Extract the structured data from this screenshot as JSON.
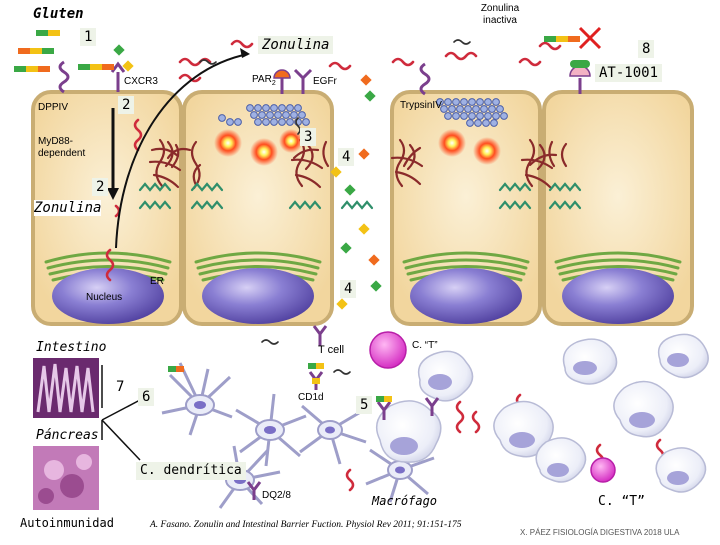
{
  "labels": {
    "gluten": "Gluten",
    "zonulin_inactive": "Zonulina\ninactiva",
    "zonulin_top": "Zonulina",
    "zonulin_side": "Zonulina",
    "at1001": "AT-1001",
    "cxcr3": "CXCR3",
    "par2": "PAR",
    "par2_sub": "2",
    "egfr": "EGFr",
    "dppiv": "DPPIV",
    "myd88": "MyD88-\ndependent",
    "trypsin": "TrypsinIV",
    "er": "ER",
    "nucleus": "Nucleus",
    "intestino": "Intestino",
    "pancreas": "Páncreas",
    "autoinmunidad": "Autoinmunidad",
    "tcell": "T cell",
    "c_t_top": "C. “T”",
    "cd1d": "CD1d",
    "dq28": "DQ2/8",
    "c_dendritica": "C. dendrítica",
    "macrofago": "Macrófago",
    "c_t_bottom": "C. “T”",
    "citation": "A. Fasano. Zonulin and Intestinal Barrier Fuction. Physiol Rev 2011; 91:151-175",
    "credit": "X. PÁEZ  FISIOLOGÍA DIGESTIVA 2018 ULA"
  },
  "steps": {
    "s1": "1",
    "s2a": "2",
    "s2b": "2",
    "s3": "3",
    "s4a": "4",
    "s4b": "4",
    "s5": "5",
    "s6": "6",
    "s7": "7",
    "s8": "8"
  },
  "colors": {
    "cell_fill": "#f3d7a2",
    "cell_border": "#c9ad73",
    "cytoplasm": "#f9e8c4",
    "nucleus": "#7a6fc6",
    "er": "#7aa84c",
    "zonulin": "#cf2b3c",
    "gliadin_green": "#3aa845",
    "gliadin_yellow": "#f3c215",
    "gliadin_orange": "#f06b1e",
    "tcell_pink": "#e244d1",
    "dendritic": "#9e9ec9",
    "receptor_purple": "#7b3f8d",
    "vesicle_blue": "#8fa3d9"
  }
}
